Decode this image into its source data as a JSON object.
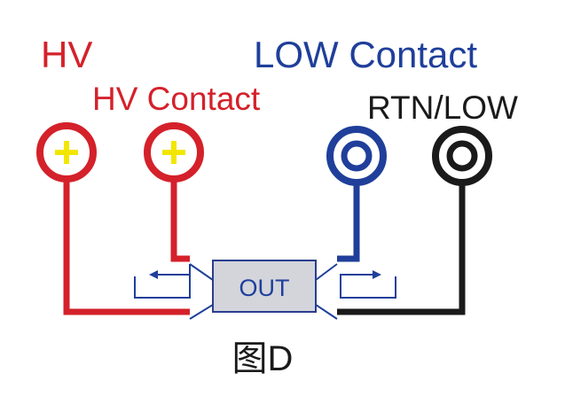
{
  "labels": {
    "hv": "HV",
    "hv_contact": "HV Contact",
    "low_contact": "LOW Contact",
    "rtn_low": "RTN/LOW",
    "out": "OUT",
    "caption": "图D"
  },
  "terminals": {
    "hv": "plus-terminal",
    "hv_contact": "plus-terminal",
    "low_contact": "ring-terminal",
    "rtn_low": "ring-terminal"
  },
  "colors": {
    "red": "#d4212a",
    "blue": "#1f3f9a",
    "black": "#1a1a1a",
    "yellow": "#f2e600",
    "box_fill": "#d3d5db",
    "box_stroke": "#2a3d8f"
  }
}
